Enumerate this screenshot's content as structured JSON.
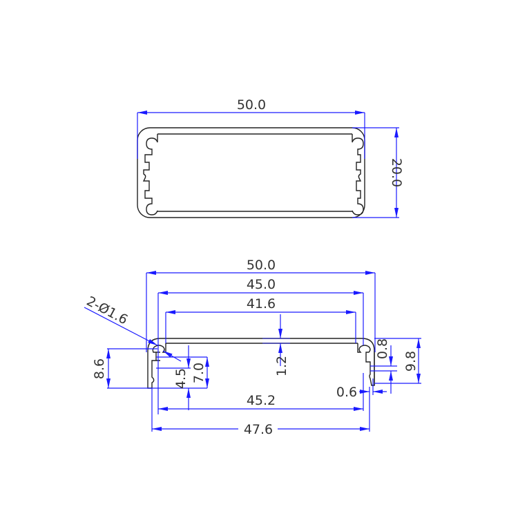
{
  "colors": {
    "dimension_line": "#1a1aff",
    "profile_line": "#222222",
    "text": "#333333",
    "background": "#ffffff"
  },
  "top_view": {
    "width_label": "50.0",
    "height_label": "20.0"
  },
  "bottom_view": {
    "overall_width_label": "50.0",
    "width_45_label": "45.0",
    "width_41_label": "41.6",
    "hole_callout_label": "2-Ø1.6",
    "wall_thickness_label": "1.2",
    "left_height_label": "8.6",
    "slot_depth_label": "4.5",
    "slot_height_label": "7.0",
    "right_small_label": "0.8",
    "right_height_label": "9.8",
    "gap_label": "0.6",
    "inner_width_label": "45.2",
    "bottom_width_label": "47.6"
  }
}
